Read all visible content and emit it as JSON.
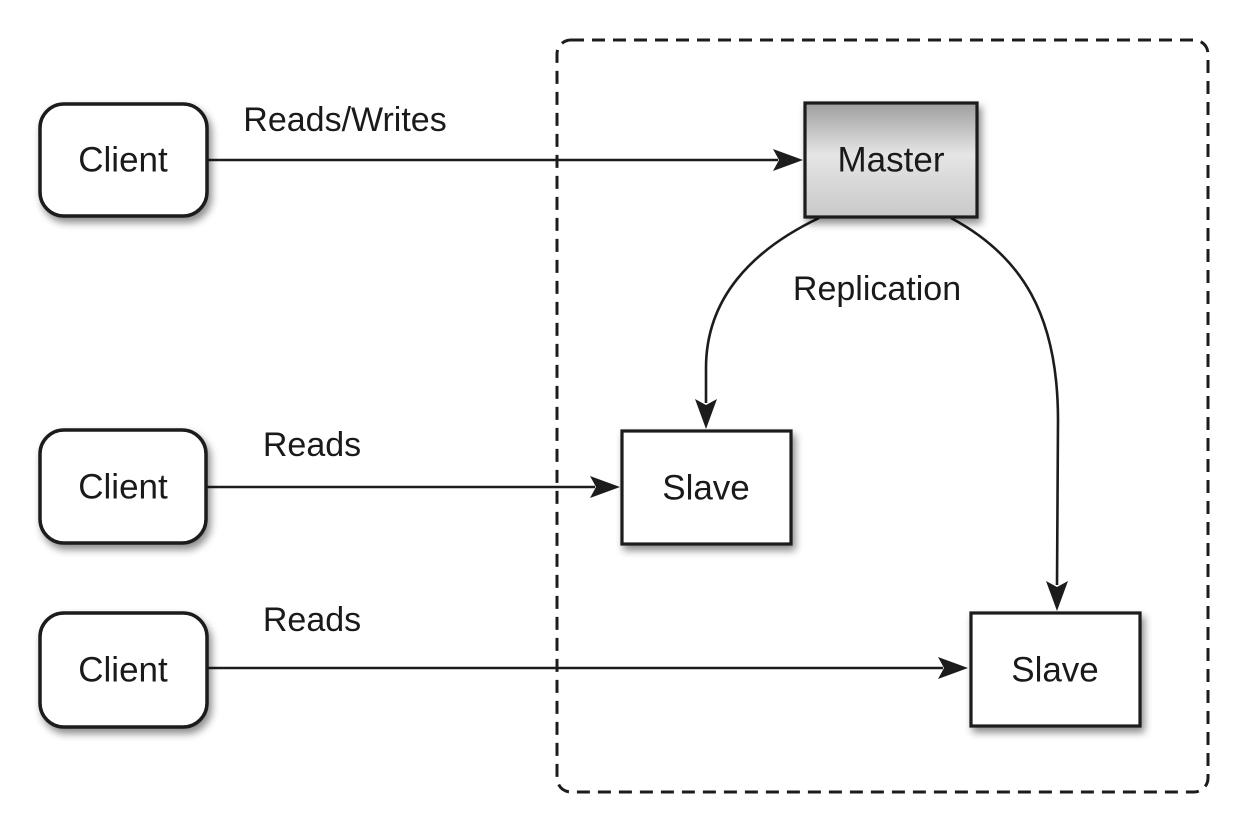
{
  "diagram": {
    "type": "master-slave-replication-architecture",
    "nodes": {
      "client1": {
        "label": "Client"
      },
      "client2": {
        "label": "Client"
      },
      "client3": {
        "label": "Client"
      },
      "master": {
        "label": "Master"
      },
      "slave1": {
        "label": "Slave"
      },
      "slave2": {
        "label": "Slave"
      }
    },
    "edges": {
      "client1_to_master": {
        "label": "Reads/Writes",
        "from": "client1",
        "to": "master"
      },
      "client2_to_slave1": {
        "label": "Reads",
        "from": "client2",
        "to": "slave1"
      },
      "client3_to_slave2": {
        "label": "Reads",
        "from": "client3",
        "to": "slave2"
      },
      "master_to_slaves": {
        "label": "Replication",
        "from": "master",
        "to": "slave1, slave2"
      }
    },
    "colors": {
      "background": "#ffffff",
      "stroke": "#1c1c1c",
      "node_fill": "#ffffff",
      "master_gradient_top": "#9e9e9e",
      "master_gradient_middle": "#e5e5e5",
      "master_gradient_bottom": "#c9c9c9"
    }
  }
}
